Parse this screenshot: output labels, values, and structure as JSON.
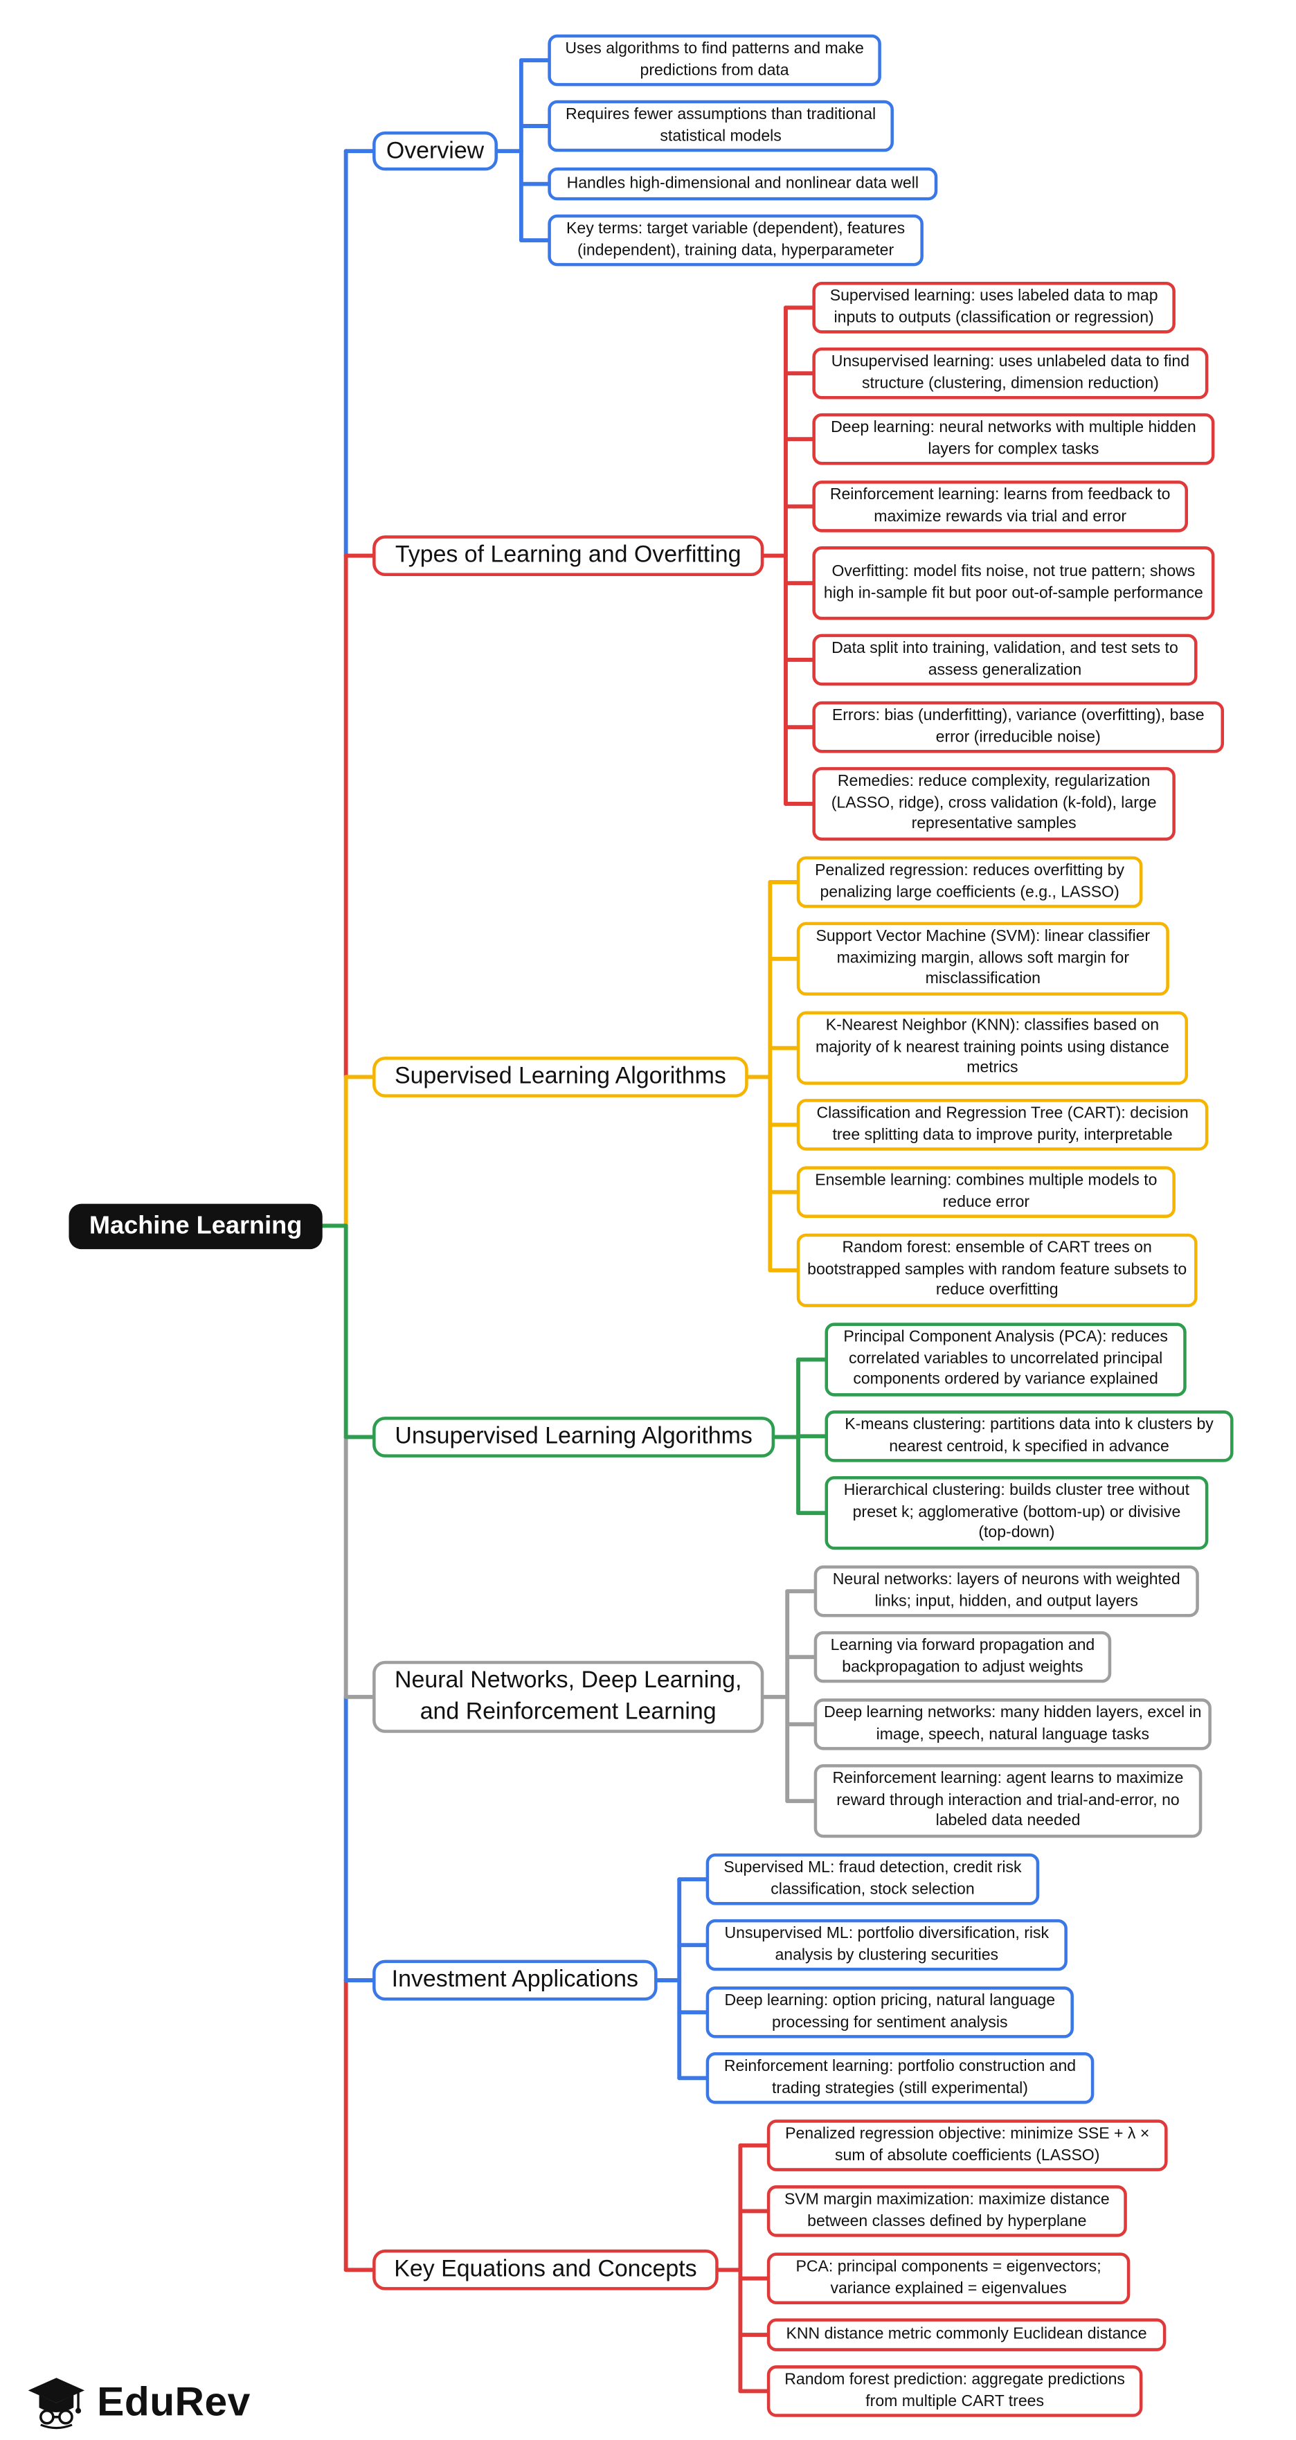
{
  "colors": {
    "blue": "#3b78e7",
    "red": "#e0393a",
    "yellow": "#f4b400",
    "green": "#2e9d4f",
    "gray": "#9e9e9e",
    "root_bg": "#111111"
  },
  "root": {
    "label": "Machine Learning"
  },
  "branches": [
    {
      "label": "Overview",
      "color": "blue",
      "leaves": [
        "Uses algorithms to find patterns and make predictions from data",
        "Requires fewer assumptions than traditional statistical models",
        "Handles high-dimensional and nonlinear data well",
        "Key terms: target variable (dependent), features (independent), training data, hyperparameter"
      ]
    },
    {
      "label": "Types of Learning and Overfitting",
      "color": "red",
      "leaves": [
        "Supervised learning: uses labeled data to map inputs to outputs (classification or regression)",
        "Unsupervised learning: uses unlabeled data to find structure (clustering, dimension reduction)",
        "Deep learning: neural networks with multiple hidden layers for complex tasks",
        "Reinforcement learning: learns from feedback to maximize rewards via trial and error",
        "Overfitting: model fits noise, not true pattern; shows high in-sample fit but poor out-of-sample performance",
        "Data split into training, validation, and test sets to assess generalization",
        "Errors: bias (underfitting), variance (overfitting), base error (irreducible noise)",
        "Remedies: reduce complexity, regularization (LASSO, ridge), cross validation (k-fold), large representative samples"
      ]
    },
    {
      "label": "Supervised Learning Algorithms",
      "color": "yellow",
      "leaves": [
        "Penalized regression: reduces overfitting by penalizing large coefficients (e.g., LASSO)",
        "Support Vector Machine (SVM): linear classifier maximizing margin, allows soft margin for misclassification",
        "K-Nearest Neighbor (KNN): classifies based on majority of k nearest training points using distance metrics",
        "Classification and Regression Tree (CART): decision tree splitting data to improve purity, interpretable",
        "Ensemble learning: combines multiple models to reduce error",
        "Random forest: ensemble of CART trees on bootstrapped samples with random feature subsets to reduce overfitting"
      ]
    },
    {
      "label": "Unsupervised Learning Algorithms",
      "color": "green",
      "leaves": [
        "Principal Component Analysis (PCA): reduces correlated variables to uncorrelated principal components ordered by variance explained",
        "K-means clustering: partitions data into k clusters by nearest centroid, k specified in advance",
        "Hierarchical clustering: builds cluster tree without preset k; agglomerative (bottom-up) or divisive (top-down)"
      ]
    },
    {
      "label": "Neural Networks, Deep Learning, and Reinforcement Learning",
      "color": "gray",
      "leaves": [
        "Neural networks: layers of neurons with weighted links; input, hidden, and output layers",
        "Learning via forward propagation and backpropagation to adjust weights",
        "Deep learning networks: many hidden layers, excel in image, speech, natural language tasks",
        "Reinforcement learning: agent learns to maximize reward through interaction and trial-and-error, no labeled data needed"
      ]
    },
    {
      "label": "Investment Applications",
      "color": "blue",
      "leaves": [
        "Supervised ML: fraud detection, credit risk classification, stock selection",
        "Unsupervised ML: portfolio diversification, risk analysis by clustering securities",
        "Deep learning: option pricing, natural language processing for sentiment analysis",
        "Reinforcement learning: portfolio construction and trading strategies (still experimental)"
      ]
    },
    {
      "label": "Key Equations and Concepts",
      "color": "red",
      "leaves": [
        "Penalized regression objective: minimize SSE + λ × sum of absolute coefficients (LASSO)",
        "SVM margin maximization: maximize distance between classes defined by hyperplane",
        "PCA: principal components = eigenvectors; variance explained = eigenvalues",
        "KNN distance metric commonly Euclidean distance",
        "Random forest prediction: aggregate predictions from multiple CART trees"
      ]
    }
  ],
  "logo": {
    "text": "EduRev",
    "icon": "graduation-cap-icon"
  }
}
